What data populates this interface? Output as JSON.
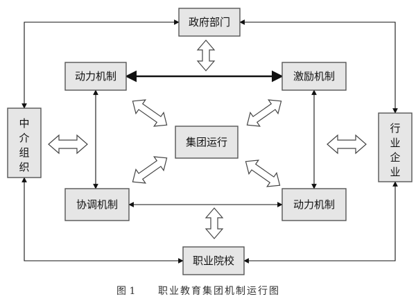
{
  "nodes": {
    "government": "政府部门",
    "intermediary": "中介组织",
    "industry": "行业企业",
    "school": "职业院校",
    "power_top": "动力机制",
    "incentive": "激励机制",
    "coordination": "协调机制",
    "power_bottom": "动力机制",
    "group": "集团运行"
  },
  "caption": {
    "figure_no": "图 1",
    "title": "职业教育集团机制运行图"
  }
}
